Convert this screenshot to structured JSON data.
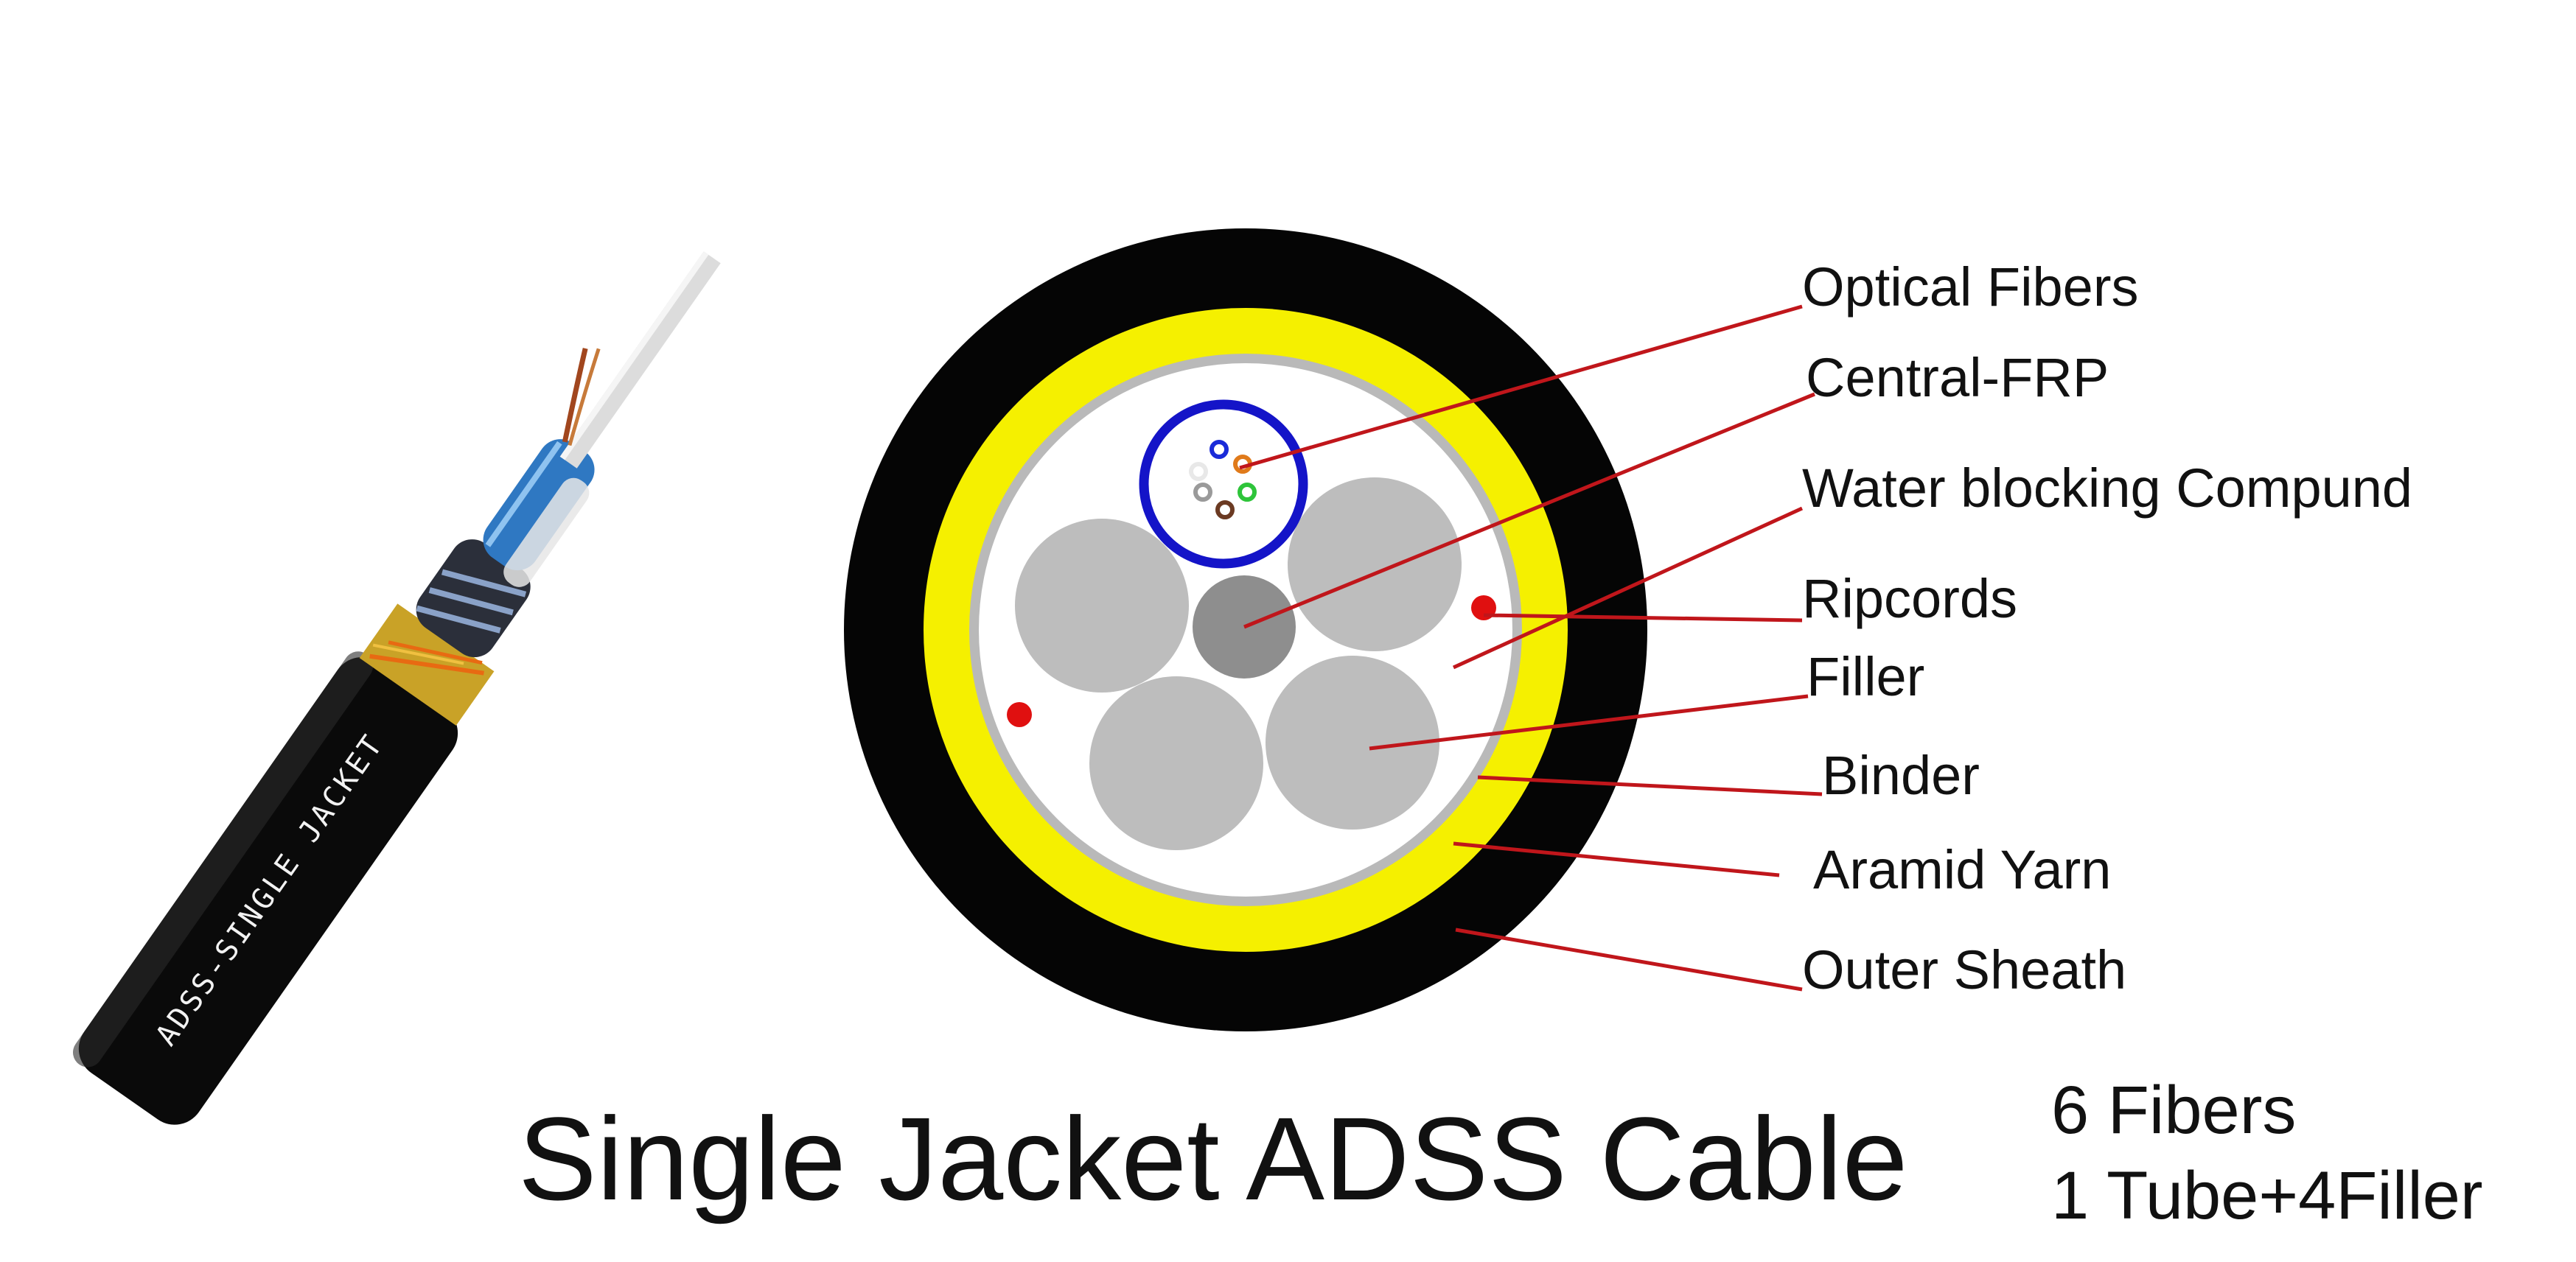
{
  "title": "Single Jacket ADSS Cable",
  "specs": {
    "fibers": "6 Fibers",
    "structure": "1 Tube+4Filler"
  },
  "jacket_print": "ADSS-SINGLE JACKET",
  "callouts": [
    {
      "label": "Optical Fibers"
    },
    {
      "label": "Central-FRP"
    },
    {
      "label": "Water blocking Compund"
    },
    {
      "label": "Ripcords"
    },
    {
      "label": "Filler"
    },
    {
      "label": "Binder"
    },
    {
      "label": "Aramid Yarn"
    },
    {
      "label": "Outer Sheath"
    }
  ],
  "colors": {
    "outer_sheath": "#050505",
    "aramid_yarn": "#f5f000",
    "binder": "#b9b9b9",
    "core": "#ffffff",
    "filler": "#bdbdbd",
    "central_frp": "#8e8e8e",
    "tube": "#1414c8",
    "ripcord": "#e01010",
    "leader_line": "#c0161b"
  },
  "fiber_colors": [
    "#1a2bd8",
    "#e07a1a",
    "#9a9a9a",
    "#2ec43a",
    "#6b3a22",
    "#e8e8e8"
  ]
}
